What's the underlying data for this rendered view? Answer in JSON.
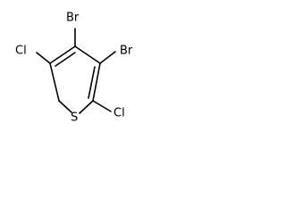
{
  "molecule": {
    "atoms": {
      "br_top": "Br",
      "br_right": "Br",
      "cl_left": "Cl",
      "cl_right": "Cl",
      "sulfur": "S"
    }
  }
}
